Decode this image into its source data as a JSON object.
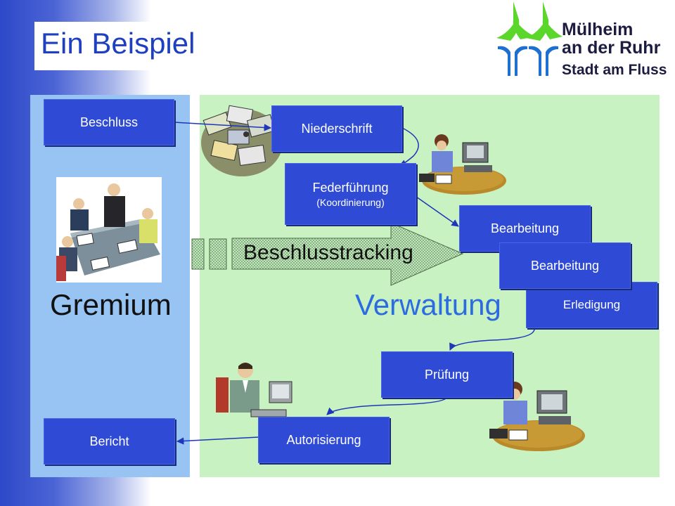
{
  "slide": {
    "title": "Ein Beispiel"
  },
  "logo": {
    "line1": "Mülheim",
    "line2": "an der Ruhr",
    "line3": "Stadt am Fluss"
  },
  "panels": {
    "gremium_label": "Gremium",
    "verwaltung_label": "Verwaltung"
  },
  "steps": {
    "beschluss": "Beschluss",
    "niederschrift": "Niederschrift",
    "federfuehrung": "Federführung",
    "federfuehrung_sub": "(Koordinierung)",
    "bearbeitung_1": "Bearbeitung",
    "bearbeitung_2": "Bearbeitung",
    "erledigung": "Erledigung",
    "pruefung": "Prüfung",
    "autorisierung": "Autorisierung",
    "bericht": "Bericht"
  },
  "tracking": {
    "label": "Beschlusstracking"
  },
  "colors": {
    "box": "#2f4bd6",
    "gremium_panel": "#97c4f2",
    "verwaltung_panel": "#c8f2c2",
    "accent_blue": "#1e3fbf",
    "logo_green": "#5bd62a",
    "logo_blue": "#1f6fd0"
  }
}
